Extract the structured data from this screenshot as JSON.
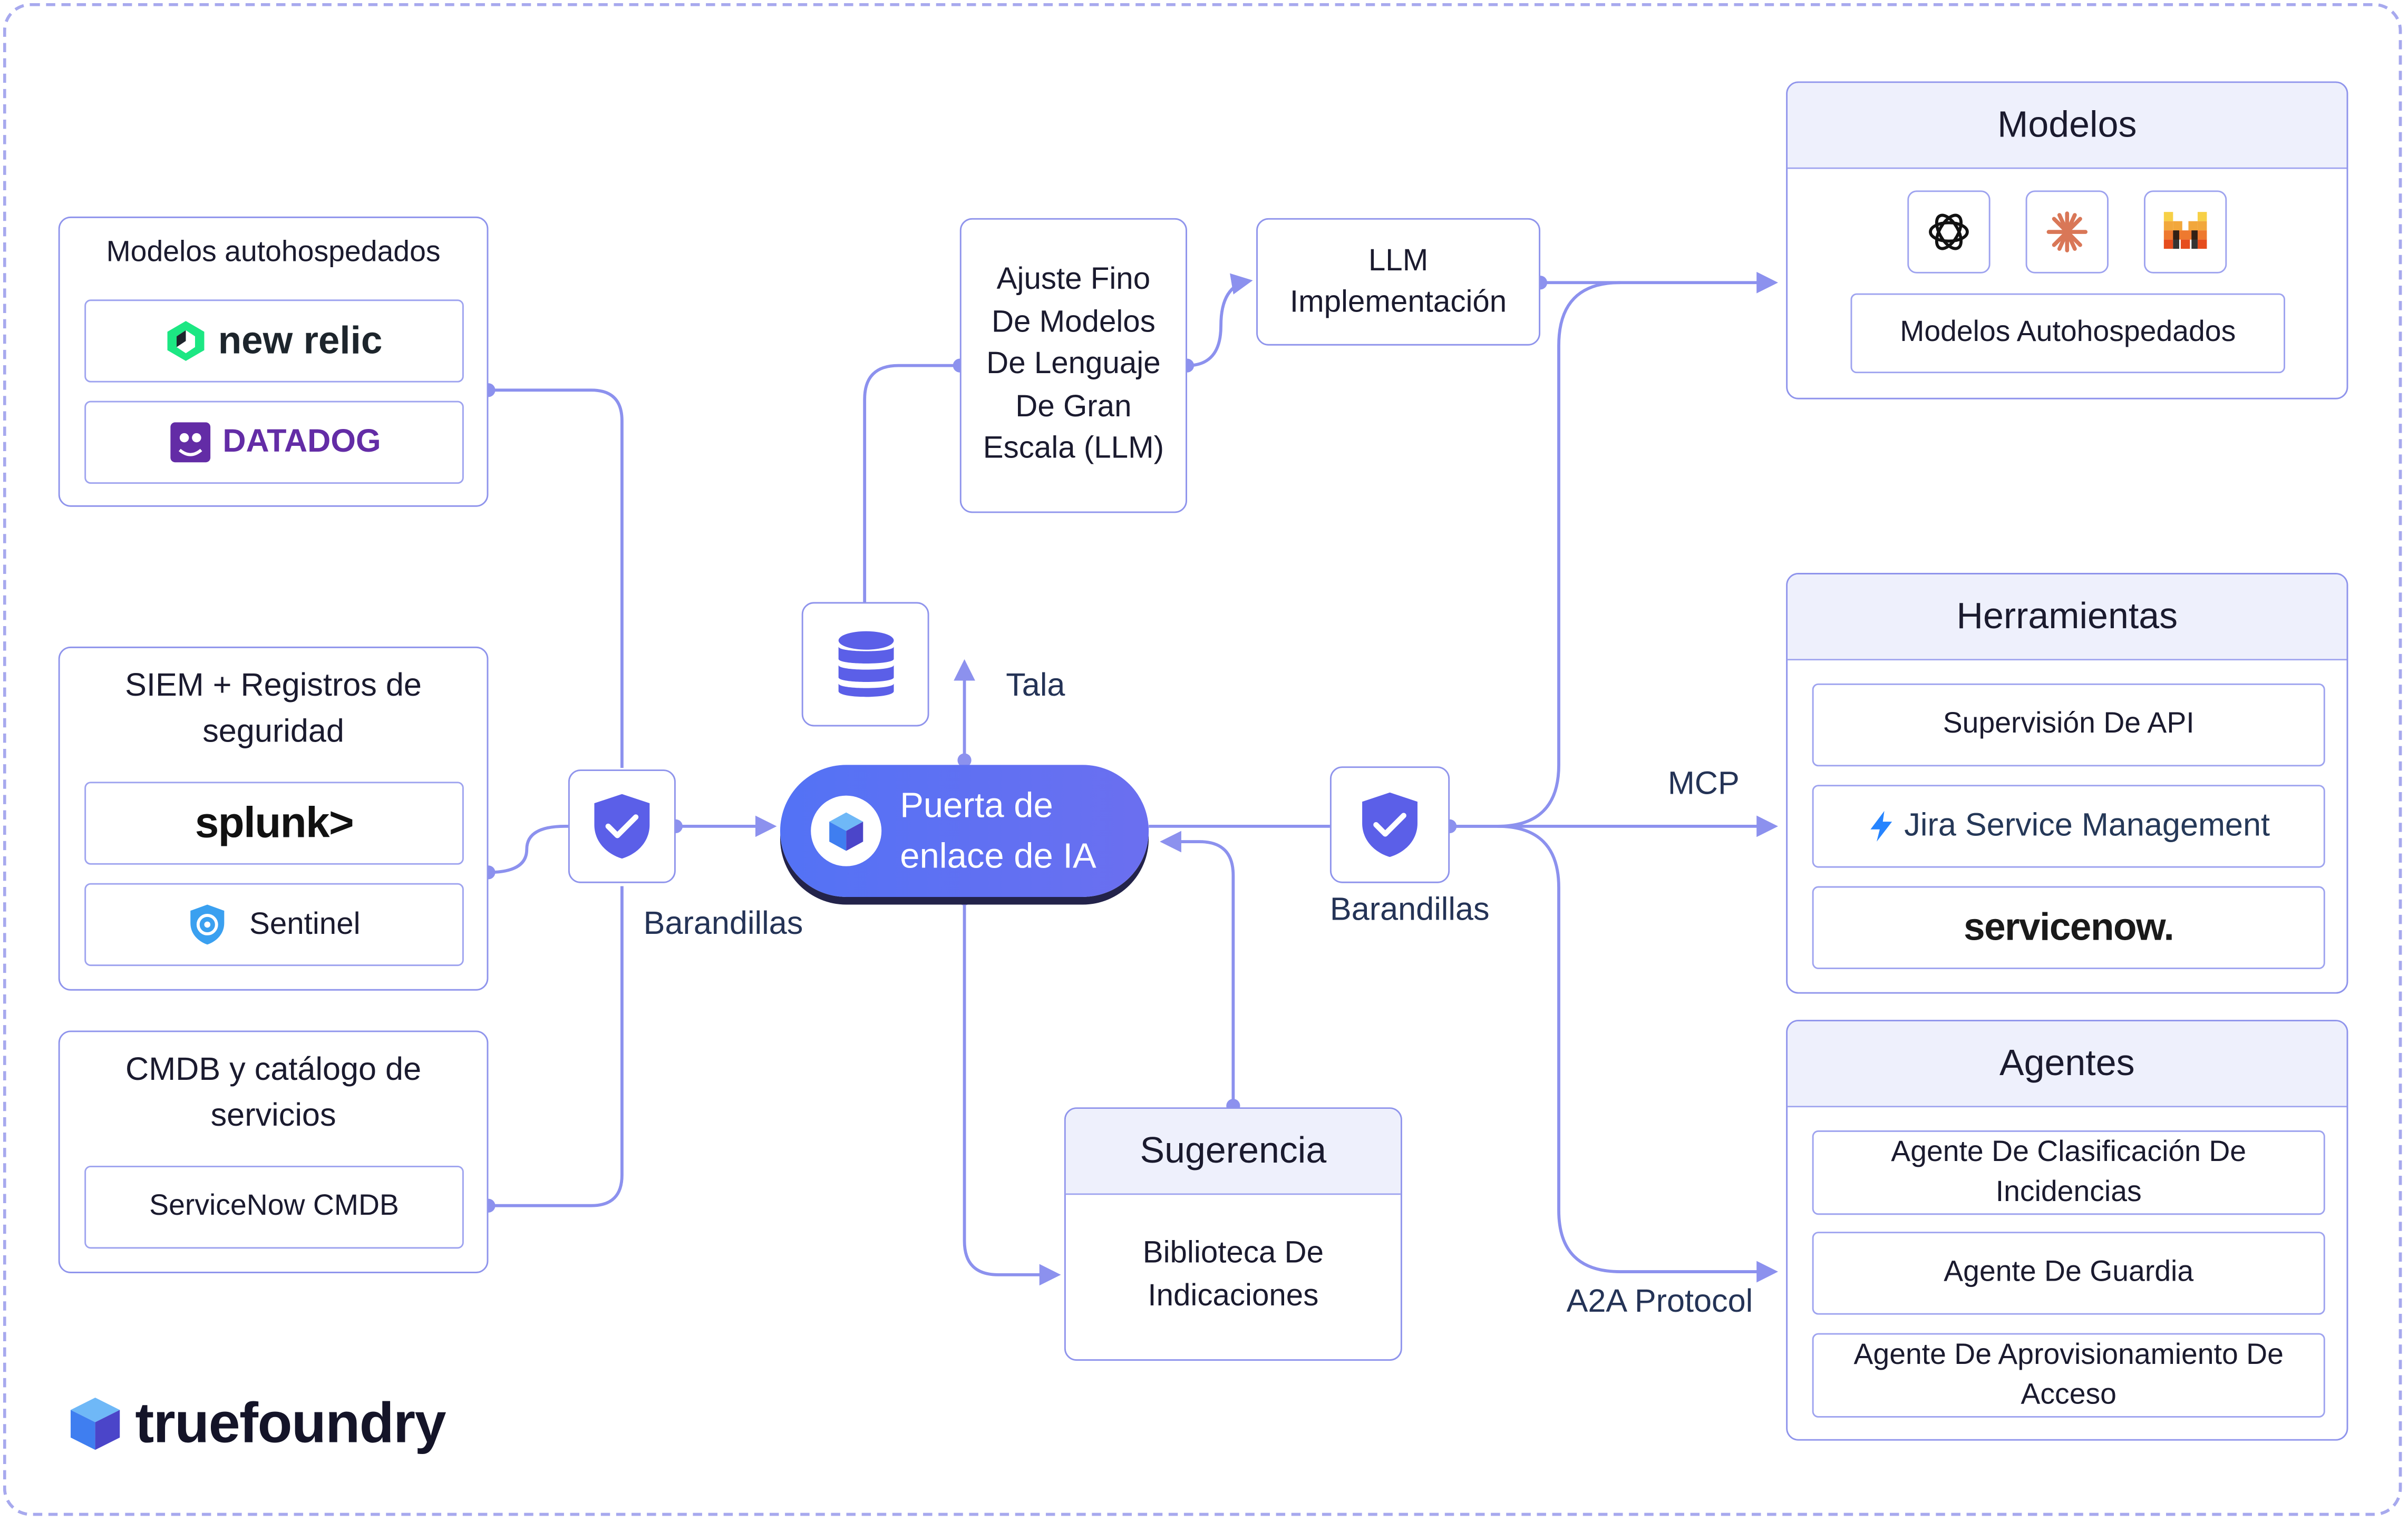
{
  "sources": {
    "observability": {
      "title": "Modelos autohospedados",
      "items": [
        "new relic",
        "DATADOG"
      ]
    },
    "siem": {
      "title": "SIEM + Registros de seguridad",
      "items": [
        "splunk>",
        "Sentinel"
      ]
    },
    "cmdb": {
      "title": "CMDB y catálogo de servicios",
      "items": [
        "ServiceNow CMDB"
      ]
    }
  },
  "guardrails_left_label": "Barandillas",
  "guardrails_right_label": "Barandillas",
  "gateway_label": "Puerta de enlace de IA",
  "log_label": "Tala",
  "fine_tune_label": "Ajuste Fino De Modelos De Lenguaje De Gran Escala (LLM)",
  "llm_deploy_label": "LLM Implementación",
  "prompt": {
    "title": "Sugerencia",
    "body": "Biblioteca De Indicaciones"
  },
  "models": {
    "title": "Modelos",
    "self_hosted": "Modelos Autohospedados",
    "icons": [
      "openai-icon",
      "anthropic-icon",
      "mistral-icon"
    ]
  },
  "tools": {
    "title": "Herramientas",
    "items": [
      "Supervisión De API",
      "Jira Service Management",
      "servicenow."
    ]
  },
  "agents": {
    "title": "Agentes",
    "items": [
      "Agente De Clasificación De Incidencias",
      "Agente De Guardia",
      "Agente De Aprovisionamiento De Acceso"
    ]
  },
  "mcp_label": "MCP",
  "a2a_label": "A2A Protocol",
  "brand": "truefoundry",
  "colors": {
    "accent": "#6366f1",
    "line": "#8c91ee",
    "header_bg": "#eef0fc",
    "datadog": "#632ca6",
    "newrelic_green": "#1ce783",
    "jira": "#2684ff",
    "servicenow_green": "#62d84e"
  }
}
